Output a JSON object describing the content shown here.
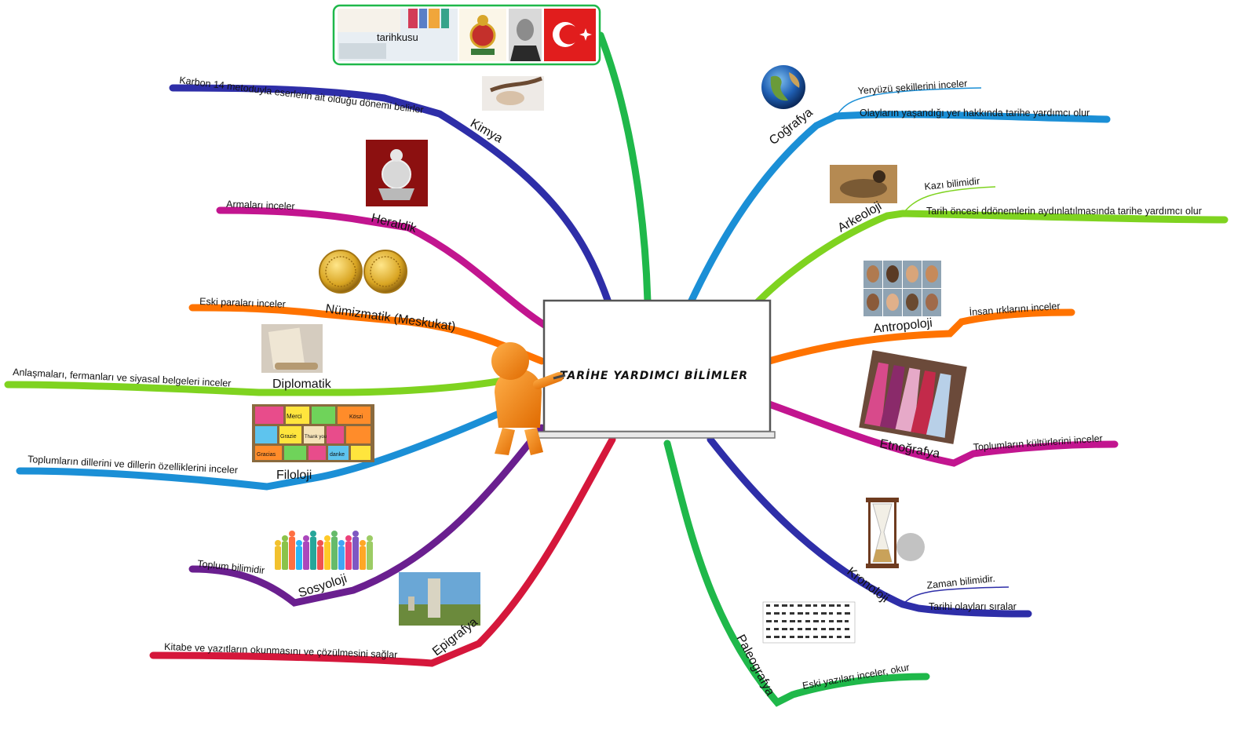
{
  "center": {
    "title": "TARİHE YARDIMCI BİLİMLER",
    "figure_icon": "presenter-figure-icon"
  },
  "header_strip": {
    "logo_text": "tarihkusu",
    "images": [
      "desk-photo",
      "ottoman-coat-of-arms-image",
      "ataturk-portrait-image",
      "turkish-flag-image"
    ]
  },
  "colors": {
    "kimya": "#2e2ea8",
    "heraldik": "#c2158f",
    "numizmatik": "#ff7300",
    "diplomatik": "#7fd320",
    "filoloji": "#1b8fd6",
    "sosyoloji": "#6a1f8f",
    "epigrafya": "#d5173b",
    "top": "#1fb84a",
    "cografya": "#1b8fd6",
    "arkeoloji": "#7fd320",
    "antropoloji": "#ff7300",
    "etnografya": "#c2158f",
    "kronoloji": "#2e2ea8",
    "paleografya": "#1fb84a"
  },
  "branches": {
    "kimya": {
      "label": "Kimya",
      "notes": [
        "Karbon 14 metoduyla eserlerin ait olduğu dönemi belirler"
      ]
    },
    "heraldik": {
      "label": "Heraldik",
      "notes": [
        "Armaları inceler"
      ]
    },
    "numizmatik": {
      "label": "Nümizmatik (Meskukat)",
      "notes": [
        "Eski paraları inceler"
      ]
    },
    "diplomatik": {
      "label": "Diplomatik",
      "notes": [
        "Anlaşmaları, fermanları ve siyasal belgeleri inceler"
      ]
    },
    "filoloji": {
      "label": "Filoloji",
      "notes": [
        "Toplumların dillerini ve dillerin özelliklerini inceler"
      ]
    },
    "sosyoloji": {
      "label": "Sosyoloji",
      "notes": [
        "Toplum bilimidir"
      ]
    },
    "epigrafya": {
      "label": "Epigrafya",
      "notes": [
        "Kitabe ve yazıtların okunmasını ve çözülmesini sağlar"
      ]
    },
    "cografya": {
      "label": "Coğrafya",
      "notes": [
        "Yeryüzü şekillerini inceler",
        "Olayların yaşandığı yer hakkında tarihe yardımcı olur"
      ]
    },
    "arkeoloji": {
      "label": "Arkeoloji",
      "notes": [
        "Kazı bilimidir",
        "Tarih öncesi ddönemlerin aydınlatılmasında tarihe yardımcı olur"
      ]
    },
    "antropoloji": {
      "label": "Antropoloji",
      "notes": [
        "İnsan ırklarını inceler"
      ]
    },
    "etnografya": {
      "label": "Etnoğrafya",
      "notes": [
        "Toplumların kültürlerini inceler"
      ]
    },
    "kronoloji": {
      "label": "Kronoloji",
      "notes": [
        "Zaman bilimidir.",
        "Tarihi olayları sıralar"
      ]
    },
    "paleografya": {
      "label": "Paleografya",
      "notes": [
        "Eski yazıları inceler, okur"
      ]
    }
  },
  "thumbnails": {
    "chemistry_test": "chemistry-photo",
    "ottoman_arms": "coat-of-arms-image",
    "coins": "gold-coins-image",
    "scroll": "scroll-image",
    "languages": "sticky-notes-image",
    "people": "silhouettes-image",
    "stele": "stele-image",
    "globe": "globe-icon",
    "excavation": "excavation-photo",
    "faces": "faces-collage-image",
    "costumes": "costumes-photo",
    "hourglass": "hourglass-image",
    "script": "ancient-script-image"
  },
  "stickers": {
    "languages": [
      "Merci",
      "Grazie",
      "Thank you",
      "danke",
      "Köszi",
      "Gracias"
    ]
  }
}
